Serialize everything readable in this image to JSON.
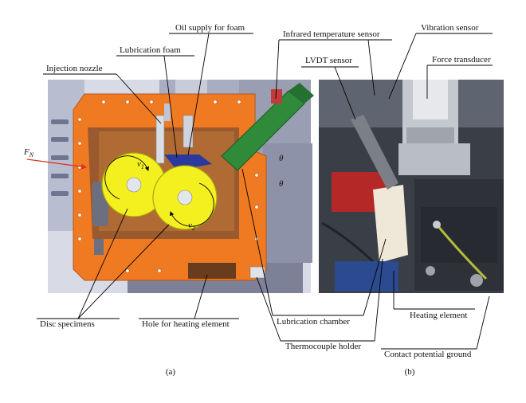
{
  "panel_a": {
    "caption": "(a)",
    "labels": {
      "oil_supply": "Oil supply for foam",
      "lubrication_foam": "Lubrication foam",
      "injection_nozzle": "Injection nozzle",
      "disc_specimens": "Disc specimens",
      "hole_heating": "Hole for heating element"
    },
    "symbols": {
      "force": "F",
      "force_sub": "N",
      "v1": "v",
      "v1_sub": "1",
      "v2": "v",
      "v2_sub": "2",
      "theta": "θ"
    }
  },
  "panel_b": {
    "caption": "(b)",
    "labels": {
      "infrared_sensor": "Infrared temperature sensor",
      "vibration_sensor": "Vibration sensor",
      "force_transducer": "Force transducer",
      "lvdt_sensor": "LVDT sensor",
      "lubrication_chamber": "Lubrication chamber",
      "heating_element": "Heating element",
      "thermocouple_holder": "Thermocouple holder",
      "contact_ground": "Contact potential ground"
    }
  },
  "colors": {
    "housing_orange": "#f07a22",
    "inner_brown": "#9b5a2e",
    "disc_yellow": "#f4f020",
    "sensor_green": "#2f8a3a",
    "nozzle_blue": "#2a3a9c",
    "cad_grey": "#9a9eb2"
  }
}
